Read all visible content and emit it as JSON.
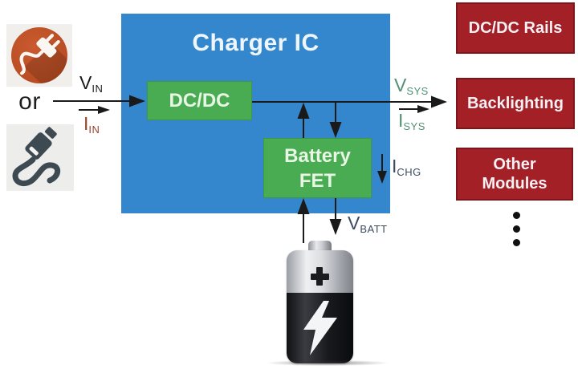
{
  "title": "Charger IC",
  "left": {
    "or": "or"
  },
  "blocks": {
    "dcdc": "DC/DC",
    "fet1": "Battery",
    "fet2": "FET"
  },
  "outputs": [
    "DC/DC Rails",
    "Backlighting",
    "Other Modules"
  ],
  "signals": {
    "vin": {
      "base": "V",
      "sub": "IN"
    },
    "iin": {
      "base": "I",
      "sub": "IN"
    },
    "vsys": {
      "base": "V",
      "sub": "SYS"
    },
    "isys": {
      "base": "I",
      "sub": "SYS"
    },
    "ichg": {
      "base": "I",
      "sub": "CHG"
    },
    "vbatt": {
      "base": "V",
      "sub": "BATT"
    }
  },
  "icons": {
    "plug": "power-plug-icon",
    "usb": "usb-cable-icon",
    "battery": "battery-icon",
    "ellipsis": "vertical-ellipsis-icon"
  },
  "colors": {
    "charger_blue": "#3487cd",
    "block_green": "#4aac52",
    "module_red": "#a32026",
    "signal_green": "#539173",
    "signal_rust": "#99422e",
    "signal_navy": "#3c4b5f",
    "wire_black": "#1a1a1a"
  }
}
